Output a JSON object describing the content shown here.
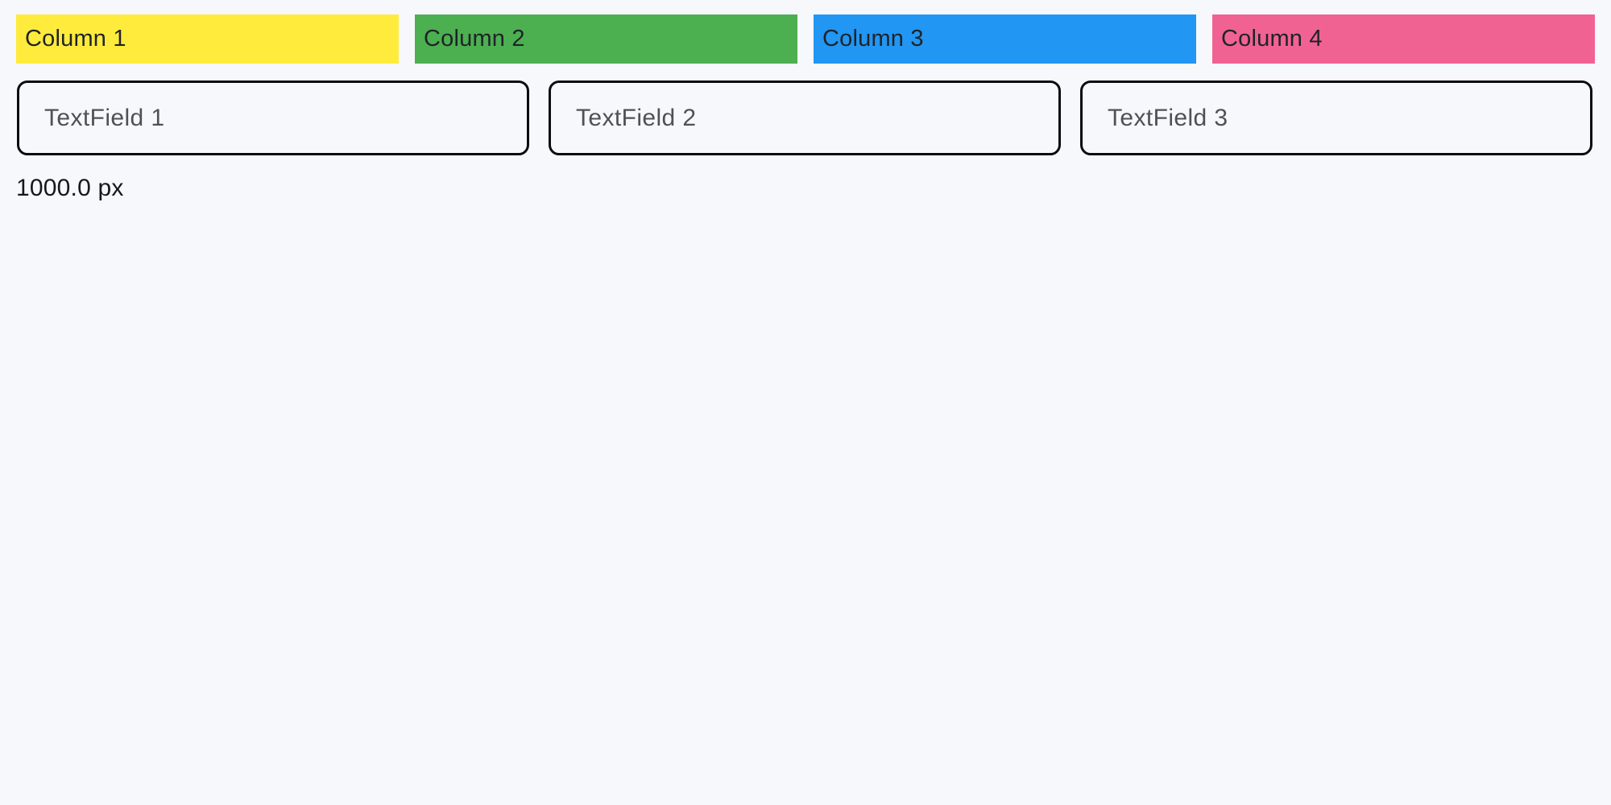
{
  "app": {
    "background_color": "#F7F8FB"
  },
  "columns": [
    {
      "label": "Column 1",
      "color": "#FFEB3B"
    },
    {
      "label": "Column 2",
      "color": "#4CAF50"
    },
    {
      "label": "Column 3",
      "color": "#2196F3"
    },
    {
      "label": "Column 4",
      "color": "#F06292"
    }
  ],
  "textfields": [
    {
      "placeholder": "TextField 1",
      "value": ""
    },
    {
      "placeholder": "TextField 2",
      "value": ""
    },
    {
      "placeholder": "TextField 3",
      "value": ""
    }
  ],
  "width_label": {
    "text": "1000.0 px"
  }
}
